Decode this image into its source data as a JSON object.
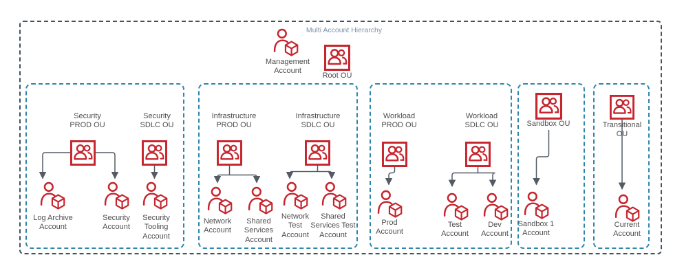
{
  "title": "Multi Account Hierarchy",
  "colors": {
    "icon_red": "#C7252E",
    "group_border_blue": "#2E86AB",
    "outer_border_slate": "#42525F",
    "connector_gray": "#545B64",
    "title_blue_gray": "#7E93A8",
    "label_gray": "#4D4D4D",
    "background": "#FFFFFF"
  },
  "icons": {
    "ou": "organizational-unit-icon",
    "account": "account-icon"
  },
  "top": {
    "management_account_label": "Management\nAccount",
    "root_ou_label": "Root OU"
  },
  "groups": {
    "security": {
      "prod_ou_label": "Security\nPROD OU",
      "sdlc_ou_label": "Security\nSDLC OU",
      "log_archive_account_label": "Log Archive\nAccount",
      "security_account_label": "Security\nAccount",
      "security_tooling_account_label": "Security\nTooling\nAccount"
    },
    "infrastructure": {
      "prod_ou_label": "Infrastructure\nPROD OU",
      "sdlc_ou_label": "Infrastructure\nSDLC OU",
      "network_account_label": "Network\nAccount",
      "shared_services_account_label": "Shared\nServices\nAccount",
      "network_test_account_label": "Network\nTest\nAccount",
      "shared_services_test_account_label": "Shared\nServices Test\nAccount"
    },
    "workload": {
      "prod_ou_label": "Workload\nPROD OU",
      "sdlc_ou_label": "Workload\nSDLC OU",
      "prod_account_label": "Prod\nAccount",
      "test_account_label": "Test\nAccount",
      "dev_account_label": "Dev\nAccount"
    },
    "sandbox": {
      "ou_label": "Sandbox OU",
      "sandbox1_account_label": "Sandbox 1\nAccount"
    },
    "transitional": {
      "ou_label": "Transitional\nOU",
      "current_account_label": "Current\nAccount"
    }
  }
}
